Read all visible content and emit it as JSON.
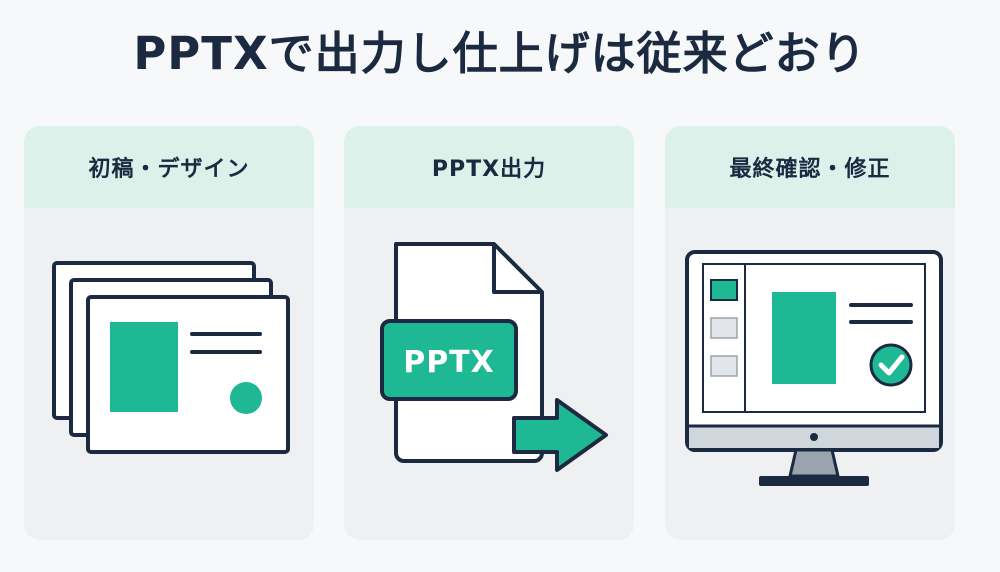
{
  "title": "PPTXで出力し仕上げは従来どおり",
  "colors": {
    "accent": "#1fb894",
    "dark": "#1b2a41",
    "header_bg": "#dcf1ea",
    "card_bg": "#eef0f2"
  },
  "steps": [
    {
      "label": "初稿・デザイン",
      "icon": "stacked-slides-icon"
    },
    {
      "label": "PPTX出力",
      "icon": "pptx-file-export-icon",
      "badge": "PPTX"
    },
    {
      "label": "最終確認・修正",
      "icon": "monitor-check-icon"
    }
  ]
}
